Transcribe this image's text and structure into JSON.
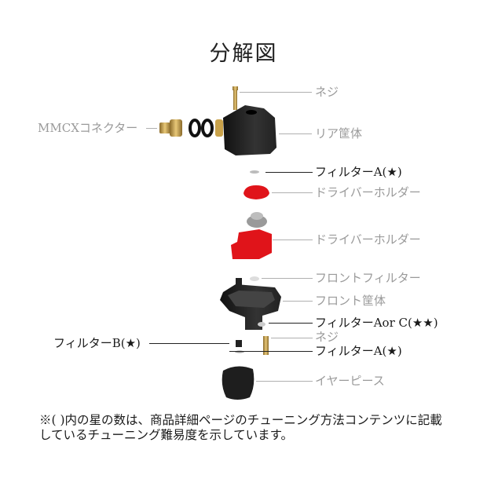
{
  "title": "分解図",
  "labels": {
    "screw_top": "ネジ",
    "mmcx": "MMCXコネクター",
    "rear_housing": "リア筐体",
    "filter_a_top": "フィルターA(★)",
    "driver_holder_1": "ドライバーホルダー",
    "driver_holder_2": "ドライバーホルダー",
    "front_filter": "フロントフィルター",
    "front_housing": "フロント筐体",
    "filter_a_or_c": "フィルターAor C(★★)",
    "filter_b": "フィルターB(★)",
    "screw_bottom": "ネジ",
    "filter_a_bottom": "フィルターA(★)",
    "ear_piece": "イヤーピース"
  },
  "note": {
    "line1": "※( )内の星の数は、商品詳細ページのチューニング方法コンテンツに記載",
    "line2": "しているチューニング難易度を示しています。"
  },
  "colors": {
    "red": "#e0141a",
    "black": "#1e1e1e",
    "gold": "#c9a24a",
    "gray_label": "#9a9a9a"
  }
}
